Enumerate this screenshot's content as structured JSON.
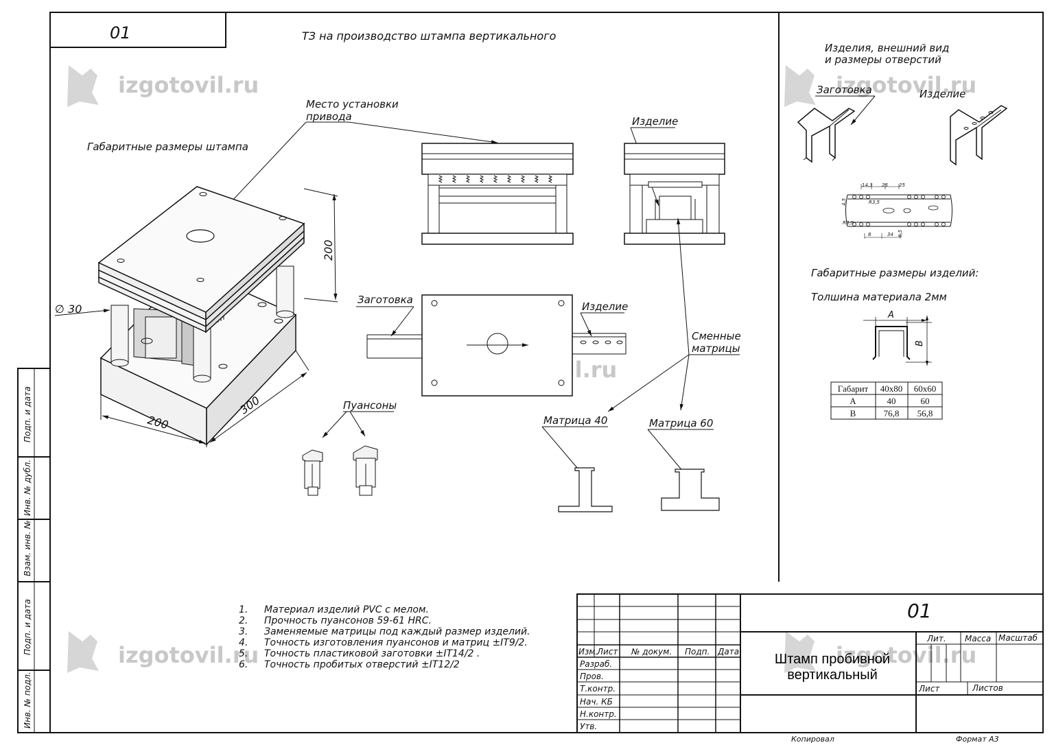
{
  "sheet": {
    "code_box": "01",
    "title": "ТЗ на производство штампа вертикального"
  },
  "watermark": "izgotovil.ru",
  "left_section": {
    "dims_caption": "Габаритные размеры штампа",
    "drive_label_l1": "Место установки",
    "drive_label_l2": "привода",
    "dim_diameter": "∅ 30",
    "dim_height": "200",
    "dim_depth": "300",
    "dim_width": "200",
    "punches_label": "Пуансоны"
  },
  "middle_section": {
    "izdelie_label_top": "Изделие",
    "zagotovka_label": "Заготовка",
    "izdelie_label_mid": "Изделие",
    "smennye_l1": "Сменные",
    "smennye_l2": "матрицы",
    "matrix40": "Матрица 40",
    "matrix60": "Матрица 60"
  },
  "right_section": {
    "header_l1": "Изделия, внешний вид",
    "header_l2": "и размеры отверстий",
    "zagotovka": "Заготовка",
    "izdelie": "Изделие",
    "small_dims": [
      "14,3",
      "25",
      "25",
      "4,5",
      "R3,5",
      "R3,5",
      "8",
      "34",
      "6,5"
    ],
    "sizes_header": "Габаритные размеры изделий:",
    "thickness": "Толшина материала 2мм",
    "dim_a": "A",
    "dim_b": "B",
    "table": {
      "headers": [
        "Габарит",
        "40х80",
        "60х60"
      ],
      "rows": [
        [
          "А",
          "40",
          "60"
        ],
        [
          "В",
          "76,8",
          "56,8"
        ]
      ]
    }
  },
  "notes": [
    {
      "num": "1.",
      "text": "Материал изделий PVC с мелом."
    },
    {
      "num": "2.",
      "text": "Прочность пуансонов 59-61 HRC."
    },
    {
      "num": "3.",
      "text": "Заменяемые матрицы под каждый размер изделий."
    },
    {
      "num": "4.",
      "text": "Точность изготовления пуансонов и матриц  ±IT9/2."
    },
    {
      "num": "5.",
      "text": "Точность пластиковой заготовки  ±IT14/2 ."
    },
    {
      "num": "6.",
      "text": "Точность пробитых отверстий  ±IT12/2"
    }
  ],
  "side_stamp": [
    "Подп. и дата",
    "Инв. № дубл.",
    "Взам. инв. №",
    "Подп. и дата",
    "Инв. № подл."
  ],
  "title_block": {
    "designation": "01",
    "name_l1": "Штамп пробивной",
    "name_l2": "вертикальный",
    "col_headers": [
      "Изм.",
      "Лист",
      "№ докум.",
      "Подп.",
      "Дата"
    ],
    "rows": [
      "Разраб.",
      "Пров.",
      "Т.контр.",
      "Нач. КБ",
      "Н.контр.",
      "Утв."
    ],
    "lit": "Лит.",
    "massa": "Масса",
    "masshtab": "Масштаб",
    "list": "Лист",
    "listov": "Листов",
    "kopiroval": "Копировал",
    "format": "Формат А3"
  }
}
